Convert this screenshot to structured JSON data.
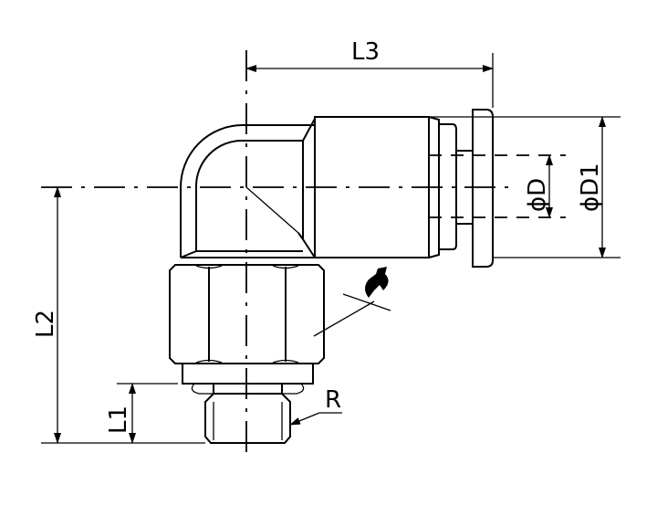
{
  "drawing": {
    "labels": {
      "L3": "L3",
      "L2": "L2",
      "L1": "L1",
      "R": "R",
      "D": "ϕD",
      "D1": "ϕD1"
    },
    "line_color": "#000000",
    "background": "#ffffff"
  }
}
